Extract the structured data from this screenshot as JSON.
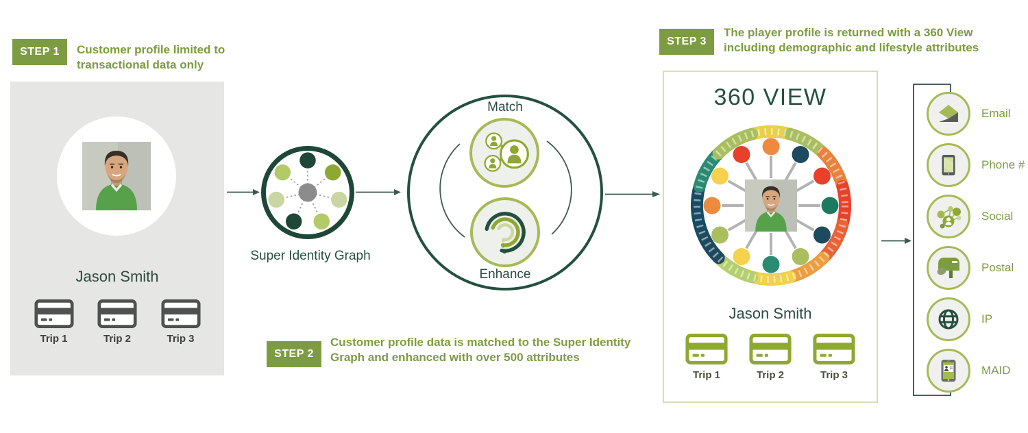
{
  "steps": [
    {
      "badge": "STEP 1",
      "text": "Customer profile limited to transactional data only"
    },
    {
      "badge": "STEP 2",
      "text": "Customer profile data is matched to the Super Identity Graph and enhanced with over 500 attributes"
    },
    {
      "badge": "STEP 3",
      "text": "The player profile is returned with a 360 View including demographic and lifestyle attributes"
    }
  ],
  "profile_card": {
    "name": "Jason Smith",
    "trips": [
      "Trip 1",
      "Trip 2",
      "Trip 3"
    ]
  },
  "identity_graph": {
    "label": "Super Identity Graph"
  },
  "cycle": {
    "top_label": "Match",
    "bottom_label": "Enhance"
  },
  "view_panel": {
    "title": "360 VIEW",
    "name": "Jason Smith",
    "trips": [
      "Trip 1",
      "Trip 2",
      "Trip 3"
    ]
  },
  "attributes": [
    {
      "label": "Email",
      "icon": "email-icon"
    },
    {
      "label": "Phone #",
      "icon": "phone-icon"
    },
    {
      "label": "Social",
      "icon": "social-icon"
    },
    {
      "label": "Postal",
      "icon": "mailbox-icon"
    },
    {
      "label": "IP",
      "icon": "globe-icon"
    },
    {
      "label": "MAID",
      "icon": "mobile-id-icon"
    }
  ],
  "colors": {
    "badge_green": "#7d9c42",
    "olive": "#a5ba56",
    "olive_strong": "#8fa832",
    "dark_green_text": "#24513f",
    "deep_green_ring": "#1e4737",
    "panel_gray": "#e6e6e4",
    "arrow": "#3c5a50",
    "card_gray": "#4f5150",
    "hub_dot_colors": [
      "#ee8a3e",
      "#1d4a5f",
      "#e8402a",
      "#1e7a5f",
      "#1d4a5f",
      "#a9bf5f",
      "#2a8a72",
      "#f6d14d",
      "#a9bf5f",
      "#ee8a3e",
      "#f6d14d",
      "#e8402a"
    ],
    "wreath_colors": [
      "#e9d04a",
      "#a9bf5f",
      "#e8823c",
      "#e8402a",
      "#e86236",
      "#ef9d3f",
      "#f0d24b",
      "#b5cf6e",
      "#1d4a5f",
      "#174a63",
      "#2a8a72",
      "#a9bf5f"
    ]
  }
}
